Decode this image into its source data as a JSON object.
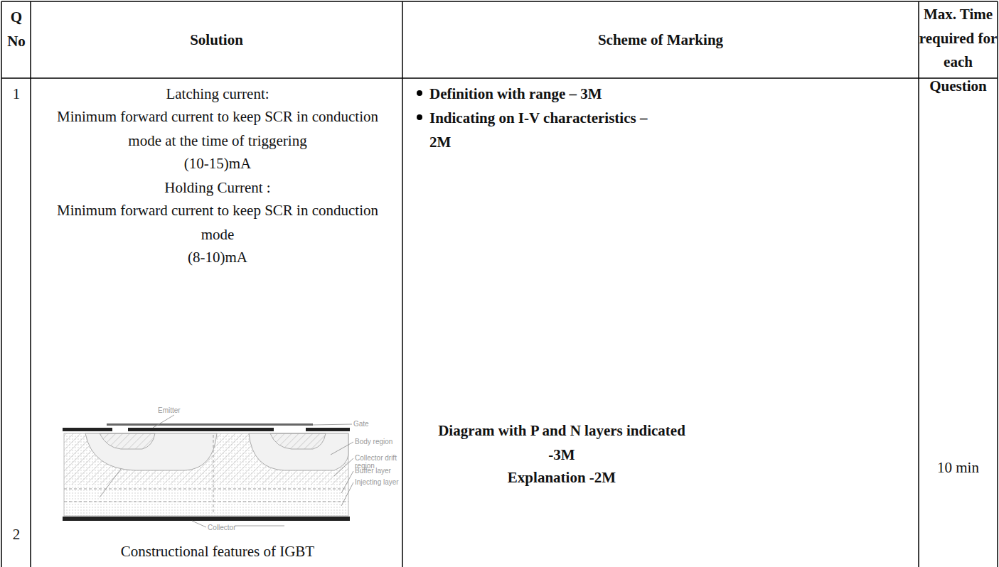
{
  "diagram": {
    "labels": [
      "Q No",
      "Solution",
      "Scheme of Marking",
      "Max. Time required for each Question",
      "1",
      "Latching current:",
      "Minimum forward current to keep SCR in conduction mode at the time of triggering",
      "(10-15)mA",
      "Holding Current :",
      "Minimum forward current to keep SCR in conduction mode",
      "(8-10)mA",
      "Definition with range – 3M",
      "Indicating on I-V characteristics – 2M",
      "Emitter",
      "Gate",
      "Body region",
      "Collector drift region",
      "Buffer layer",
      "Injecting layer",
      "Collector",
      "Diagram with P and N layers indicated -3M",
      "Explanation -2M",
      "10 min",
      "2",
      "Constructional features of IGBT"
    ]
  }
}
